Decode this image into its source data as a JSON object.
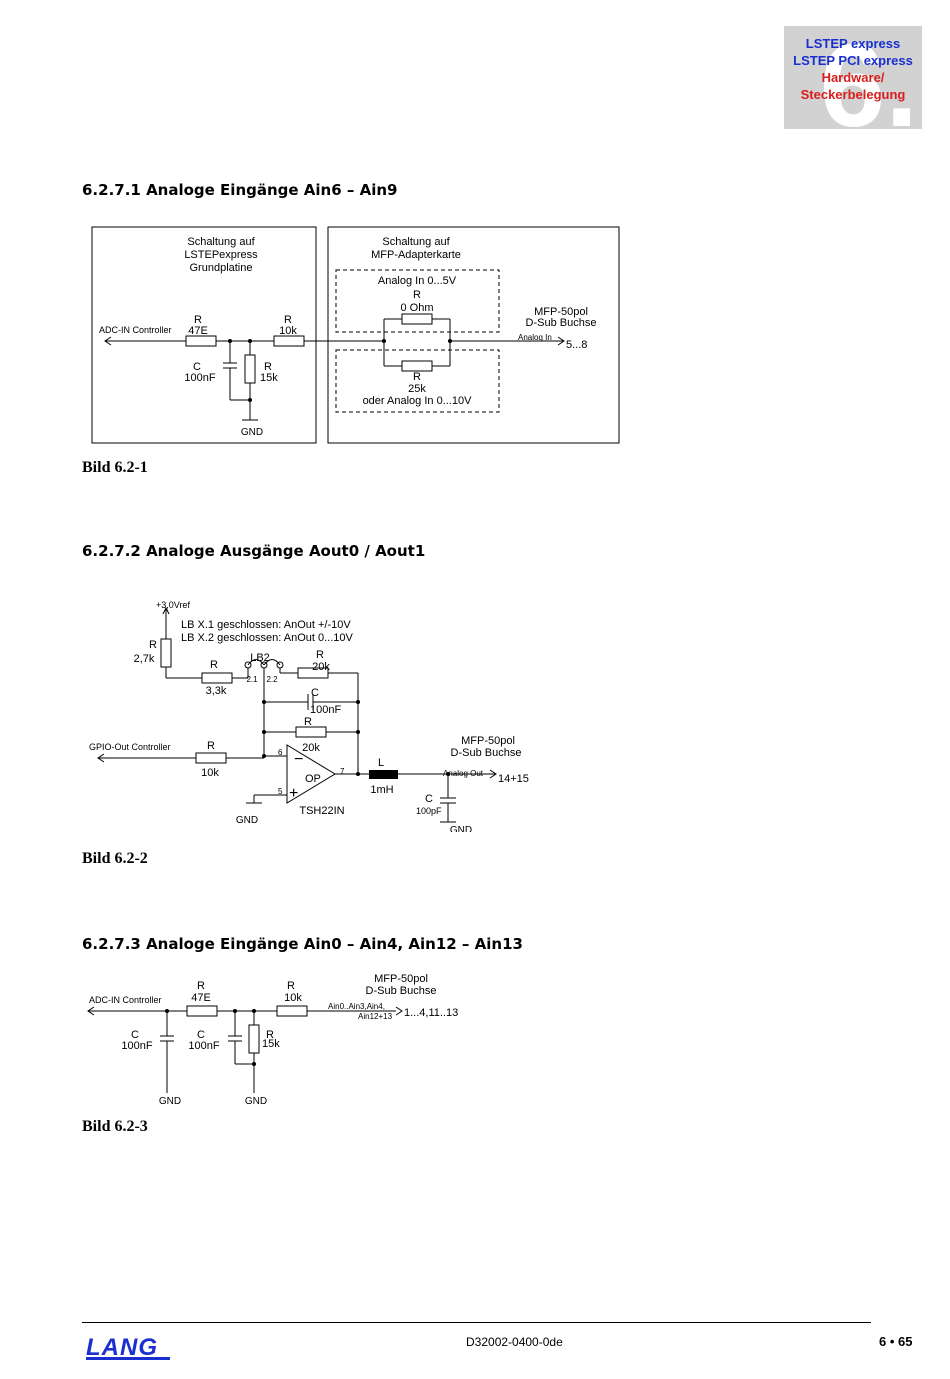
{
  "header": {
    "chapter_number": "6.",
    "line1": "LSTEP express",
    "line2": "LSTEP PCI express",
    "line3": "Hardware/",
    "line4": "Steckerbelegung"
  },
  "sections": [
    {
      "title": "6.2.7.1 Analoge Eingänge Ain6 – Ain9",
      "caption": "Bild 6.2-1",
      "labels": {
        "left_box_title_1": "Schaltung auf",
        "left_box_title_2": "LSTEPexpress",
        "left_box_title_3": "Grundplatine",
        "right_box_title_1": "Schaltung auf",
        "right_box_title_2": "MFP-Adapterkarte",
        "analog_05": "Analog In 0...5V",
        "analog_010": "oder Analog In 0...10V",
        "r": "R",
        "r_0ohm": "0 Ohm",
        "r_25k": "25k",
        "r_47e": "47E",
        "r_10k": "10k",
        "r_15k": "15k",
        "c": "C",
        "c_100nf": "100nF",
        "adc_in": "ADC-IN Controller",
        "gnd": "GND",
        "mfp_1": "MFP-50pol",
        "mfp_2": "D-Sub Buchse",
        "analog_in": "Analog In",
        "pins": "5...8"
      }
    },
    {
      "title": "6.2.7.2 Analoge Ausgänge Aout0 / Aout1",
      "caption": "Bild 6.2-2",
      "labels": {
        "vref": "+3,0Vref",
        "lb1": "LB X.1 geschlossen: AnOut +/-10V",
        "lb2": "LB X.2 geschlossen: AnOut 0...10V",
        "r": "R",
        "r_27k": "2,7k",
        "r_33k": "3,3k",
        "lb_name": "LB2",
        "pin21": "2.1",
        "pin22": "2.2",
        "r_20k": "20k",
        "c": "C",
        "c_100nf": "100nF",
        "gpio_out": "GPIO-Out Controller",
        "r_10k": "10k",
        "op": "OP",
        "op_part": "TSH22IN",
        "pin6": "6",
        "pin5": "5",
        "pin7": "7",
        "l": "L",
        "l_1mh": "1mH",
        "mfp_1": "MFP-50pol",
        "mfp_2": "D-Sub Buchse",
        "analog_out": "Analog Out",
        "pins": "14+15",
        "c_100pf": "100pF",
        "gnd": "GND"
      }
    },
    {
      "title": "6.2.7.3 Analoge Eingänge Ain0 – Ain4, Ain12 – Ain13",
      "caption": "Bild 6.2-3",
      "labels": {
        "adc_in": "ADC-IN Controller",
        "r": "R",
        "r_47e": "47E",
        "r_10k": "10k",
        "r_15k": "15k",
        "c": "C",
        "c_100nf": "100nF",
        "mfp_1": "MFP-50pol",
        "mfp_2": "D-Sub Buchse",
        "ain_a": "Ain0..Ain3,Ain4,",
        "ain_b": "Ain12+13",
        "pins": "1...4,11..13",
        "gnd": "GND"
      }
    }
  ],
  "footer": {
    "logo": "LANG",
    "doc_number": "D32002-0400-0de",
    "page": "6 • 65"
  },
  "colors": {
    "blue": "#1a2fd0",
    "red": "#d81f1f",
    "header_bg": "#d2d2d2"
  }
}
